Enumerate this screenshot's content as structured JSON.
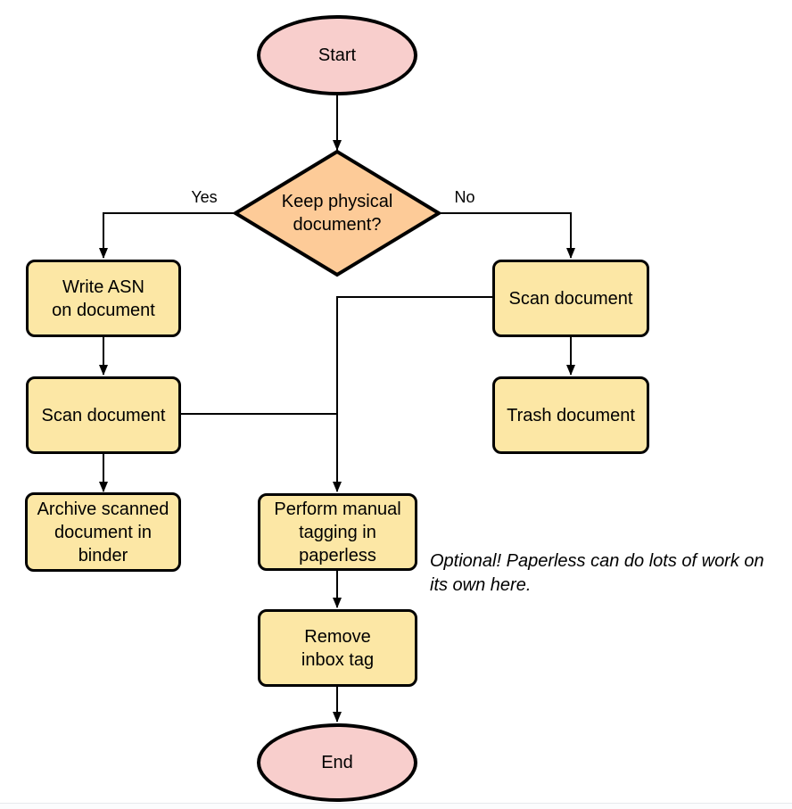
{
  "diagram": {
    "type": "flowchart",
    "colors": {
      "terminal_fill": "#f8cecc",
      "decision_fill": "#fdcb98",
      "process_fill": "#fce7a5",
      "stroke": "#000000",
      "edge": "#000000"
    },
    "nodes": {
      "start": {
        "shape": "ellipse",
        "label": "Start"
      },
      "decision": {
        "shape": "diamond",
        "label": [
          "Keep physical",
          "document?"
        ]
      },
      "write_asn": {
        "shape": "process",
        "label": [
          "Write ASN",
          "on document"
        ]
      },
      "scan_left": {
        "shape": "process",
        "label": "Scan document"
      },
      "archive": {
        "shape": "process",
        "label": [
          "Archive scanned",
          "document in",
          "binder"
        ]
      },
      "scan_right": {
        "shape": "process",
        "label": "Scan document"
      },
      "trash": {
        "shape": "process",
        "label": "Trash document"
      },
      "tagging": {
        "shape": "process",
        "label": [
          "Perform manual",
          "tagging in",
          "paperless"
        ]
      },
      "remove_inbox": {
        "shape": "process",
        "label": [
          "Remove",
          "inbox tag"
        ]
      },
      "end": {
        "shape": "ellipse",
        "label": "End"
      }
    },
    "edges": [
      {
        "from": "start",
        "to": "decision",
        "label": ""
      },
      {
        "from": "decision",
        "to": "write_asn",
        "label": "Yes"
      },
      {
        "from": "decision",
        "to": "scan_right",
        "label": "No"
      },
      {
        "from": "write_asn",
        "to": "scan_left",
        "label": ""
      },
      {
        "from": "scan_left",
        "to": "archive",
        "label": ""
      },
      {
        "from": "scan_right",
        "to": "trash",
        "label": ""
      },
      {
        "from": "scan_right",
        "to": "tagging",
        "label": ""
      },
      {
        "from": "scan_left",
        "to": "tagging",
        "label": ""
      },
      {
        "from": "tagging",
        "to": "remove_inbox",
        "label": ""
      },
      {
        "from": "remove_inbox",
        "to": "end",
        "label": ""
      }
    ],
    "annotation": [
      "Optional! Paperless can do lots of work on",
      "its own here."
    ]
  }
}
